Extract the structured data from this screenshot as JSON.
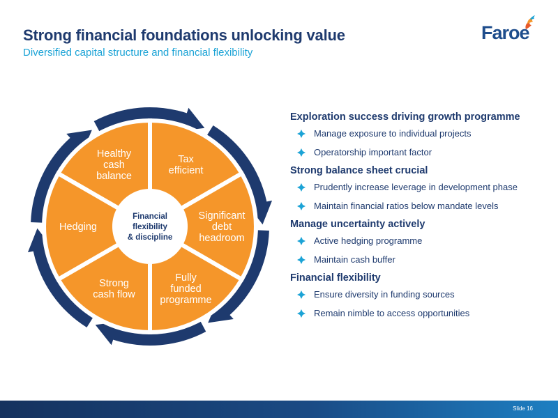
{
  "header": {
    "title": "Strong financial foundations unlocking value",
    "subtitle": "Diversified capital structure and financial flexibility"
  },
  "logo": {
    "text": "Faroe",
    "icon": "flame-logo-icon"
  },
  "wheel": {
    "center_lines": [
      "Financial",
      "flexibility",
      "& discipline"
    ],
    "segments": [
      {
        "name": "healthy-cash-balance",
        "lines": [
          "Healthy",
          "cash",
          "balance"
        ]
      },
      {
        "name": "tax-efficient",
        "lines": [
          "Tax",
          "efficient"
        ]
      },
      {
        "name": "significant-debt-headroom",
        "lines": [
          "Significant",
          "debt",
          "headroom"
        ]
      },
      {
        "name": "fully-funded-programme",
        "lines": [
          "Fully",
          "funded",
          "programme"
        ]
      },
      {
        "name": "strong-cash-flow",
        "lines": [
          "Strong",
          "cash flow"
        ]
      },
      {
        "name": "hedging",
        "lines": [
          "Hedging"
        ]
      }
    ],
    "colors": {
      "segment": "#f5962a",
      "arrow": "#1e3a6e",
      "center": "#ffffff",
      "divider": "#ffffff"
    }
  },
  "sections": [
    {
      "heading": "Exploration success driving growth programme",
      "bullets": [
        "Manage exposure to individual projects",
        "Operatorship important factor"
      ]
    },
    {
      "heading": "Strong balance sheet crucial",
      "bullets": [
        "Prudently increase leverage in development phase",
        "Maintain financial ratios below mandate levels"
      ]
    },
    {
      "heading": "Manage uncertainty actively",
      "bullets": [
        "Active hedging programme",
        "Maintain cash buffer"
      ]
    },
    {
      "heading": "Financial flexibility",
      "bullets": [
        "Ensure diversity in funding sources",
        "Remain nimble to access opportunities"
      ]
    }
  ],
  "bullet_icon": "diamond-bullet-icon",
  "footer": {
    "slide_number": "Slide 16"
  }
}
